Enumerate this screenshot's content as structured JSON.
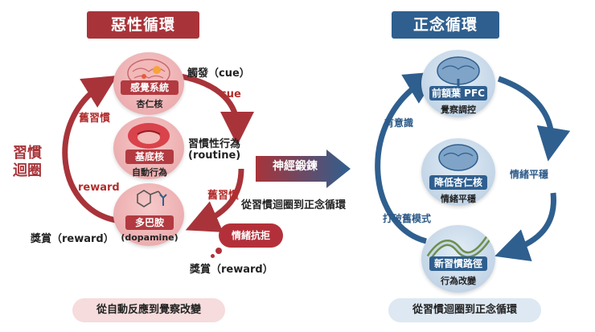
{
  "left": {
    "title": "惡性循環",
    "side_label": [
      "習慣",
      "迴圈"
    ],
    "node1": {
      "label": "感覺系統",
      "sub": "杏仁核",
      "caption": "觸發（cue）"
    },
    "node2": {
      "label": "基底核",
      "sub": "自動行為",
      "caption_line1": "習慣性行為",
      "caption_line2": "(routine)"
    },
    "node3": {
      "label": "多巴胺",
      "sub": "(dopamine)",
      "caption": "獎賞（reward）"
    },
    "arrow_labels": {
      "cue": "cue",
      "old_habit_top": "舊習慣",
      "old_habit_right": "舊習慣",
      "reward": "reward"
    },
    "bubble": "情緒抗拒",
    "bottom_reward": "獎賞（reward）",
    "bottom_pill": "從自動反應到覺察改變"
  },
  "center": {
    "arrow_label": "神經鍛鍊",
    "caption": "從習慣迴圈到正念循環"
  },
  "right": {
    "title": "正念循環",
    "node1": {
      "label": "前額葉 PFC",
      "sub": "覺察調控"
    },
    "node2": {
      "label": "降低杏仁核",
      "sub": "情緒平穩"
    },
    "node3": {
      "label": "新習慣路徑",
      "sub": "行為改變"
    },
    "arrow_labels": {
      "awareness": "有意識",
      "calm": "情緒平穩",
      "break": "打破舊模式"
    },
    "bottom_pill": "從習慣迴圈到正念循環"
  },
  "colors": {
    "red": "#a8343a",
    "red_light": "#f6dcdc",
    "blue": "#2f5f8f",
    "blue_light": "#dde8f2"
  }
}
